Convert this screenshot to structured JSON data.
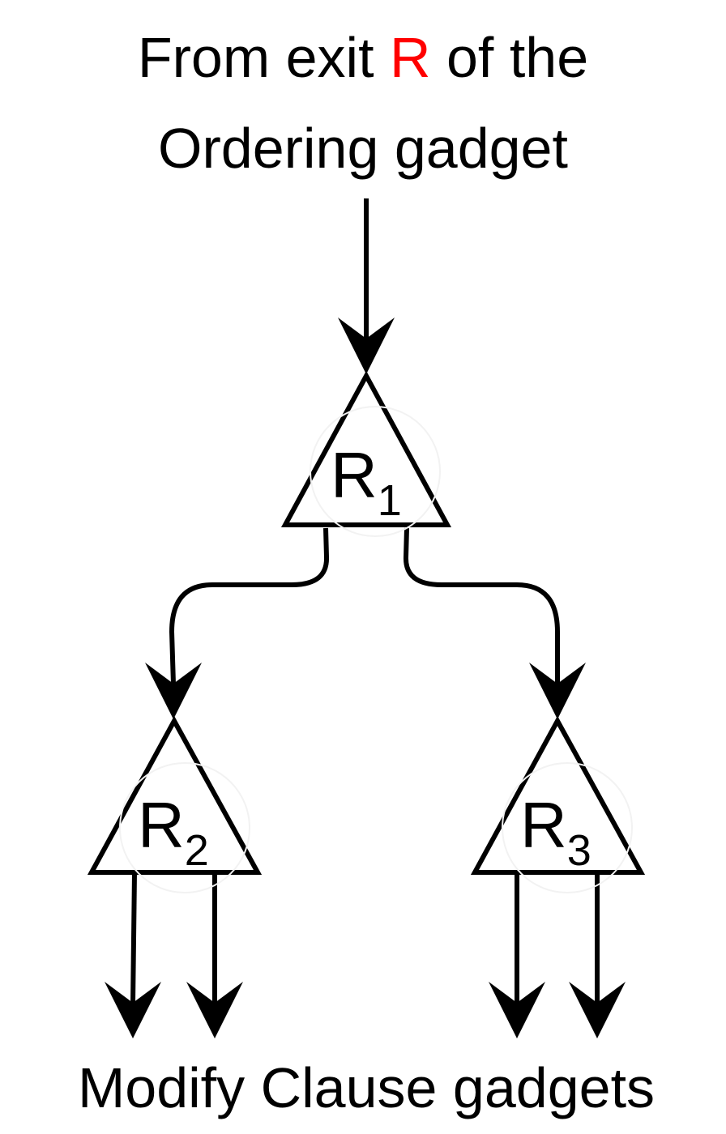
{
  "colors": {
    "line": "#000000",
    "text": "#000000",
    "highlight": "#ff0000",
    "background": "#ffffff"
  },
  "source_label": {
    "line1_prefix": "From exit ",
    "line1_highlight": "R",
    "line1_suffix": " of the",
    "line2": "Ordering gadget"
  },
  "nodes": [
    {
      "id": "r1",
      "shape": "triangle",
      "letter": "R",
      "subscript": "1"
    },
    {
      "id": "r2",
      "shape": "triangle",
      "letter": "R",
      "subscript": "2"
    },
    {
      "id": "r3",
      "shape": "triangle",
      "letter": "R",
      "subscript": "3"
    }
  ],
  "edges": [
    {
      "from": "source_label",
      "to": "r1"
    },
    {
      "from": "r1",
      "to": "r2"
    },
    {
      "from": "r1",
      "to": "r3"
    },
    {
      "from": "r2",
      "to": "target_label"
    },
    {
      "from": "r2",
      "to": "target_label"
    },
    {
      "from": "r3",
      "to": "target_label"
    },
    {
      "from": "r3",
      "to": "target_label"
    }
  ],
  "target_label": {
    "text": "Modify Clause gadgets"
  }
}
